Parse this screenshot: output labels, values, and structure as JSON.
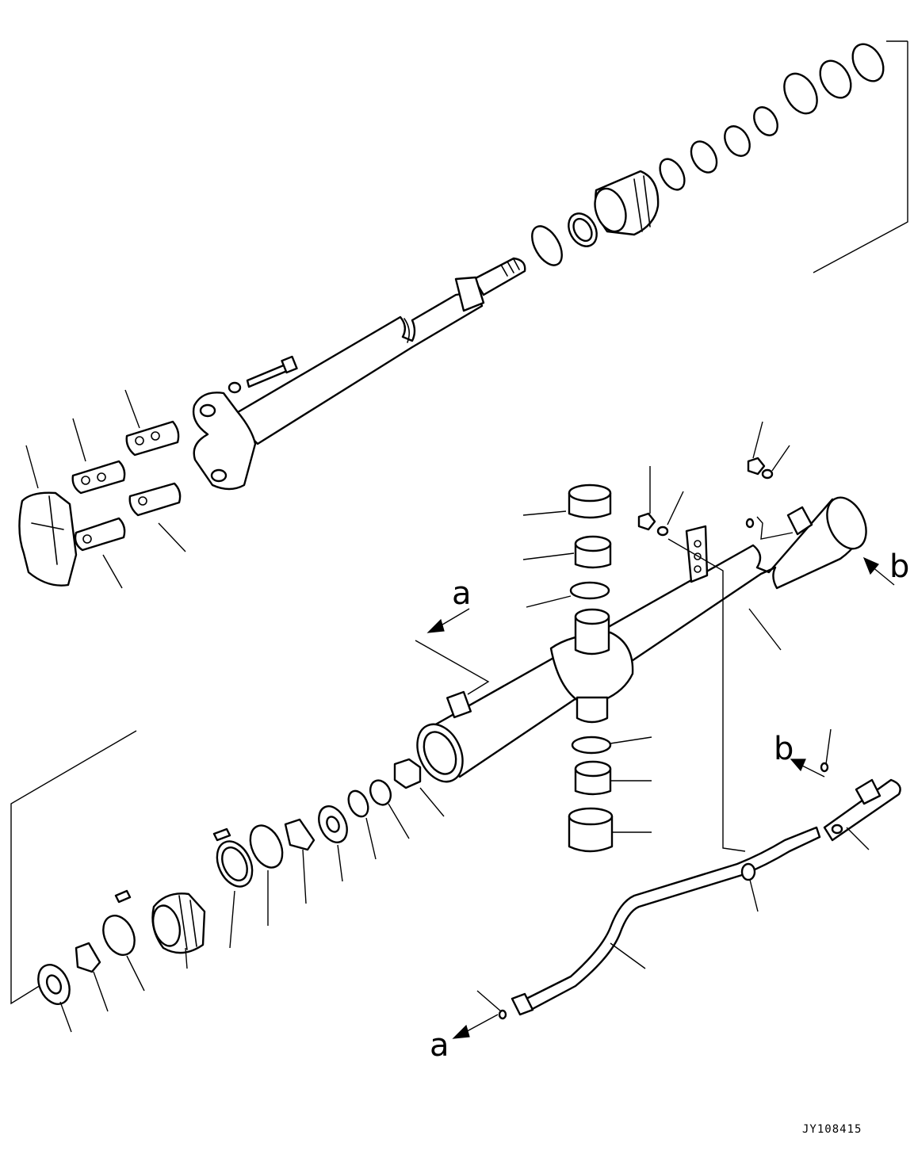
{
  "diagram": {
    "arrow_labels": {
      "a_upper": "a",
      "a_lower": "a",
      "b_upper": "b",
      "b_lower": "b"
    },
    "drawing_code": "JY108415"
  }
}
